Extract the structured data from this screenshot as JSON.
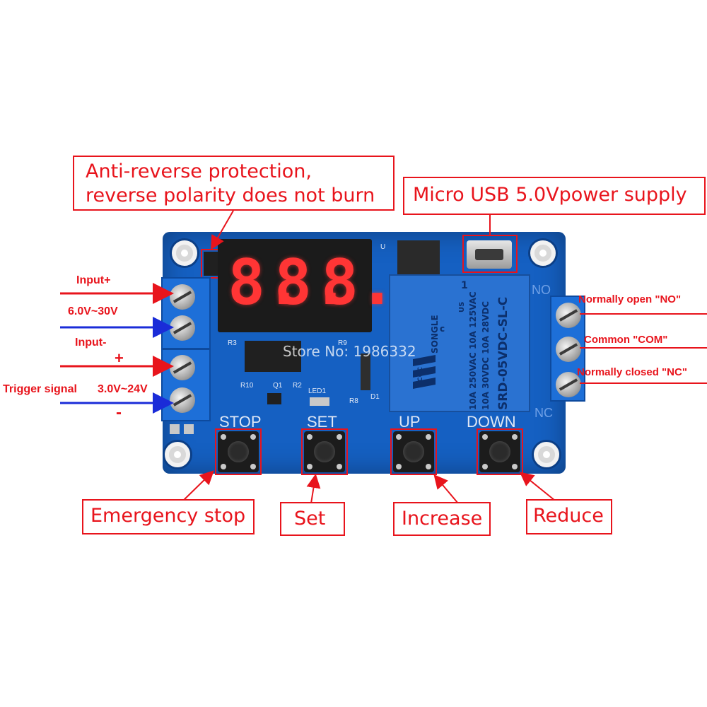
{
  "callouts": {
    "anti_reverse_line1": "Anti-reverse protection,",
    "anti_reverse_line2": "reverse polarity does not burn",
    "usb": "Micro USB 5.0Vpower supply",
    "emergency_stop": "Emergency stop",
    "set": "Set",
    "increase": "Increase",
    "reduce": "Reduce"
  },
  "left_labels": {
    "input_plus": "Input+",
    "voltage_range": "6.0V~30V",
    "input_minus": "Input-",
    "plus": "+",
    "trigger_signal": "Trigger signal",
    "trigger_range": "3.0V~24V",
    "minus": "-"
  },
  "right_labels": {
    "normally_open": "Normally open \"NO\"",
    "common": "Common \"COM\"",
    "normally_closed": "Normally closed \"NC\""
  },
  "board": {
    "digits": [
      "8.",
      "8.",
      "8."
    ],
    "buttons": [
      "STOP",
      "SET",
      "UP",
      "DOWN"
    ],
    "relay_brand": "SONGLE",
    "relay_model": "SRD-05VDC-SL-C",
    "relay_rating1": "10A 250VAC  10A 125VAC",
    "relay_rating2": "10A 30VDC   10A 28VDC",
    "relay_pin": "1",
    "relay_us": "US",
    "relay_c": "c",
    "relay_cqc": "CQC",
    "silk_r3": "R3",
    "silk_r9": "R9",
    "silk_r10": "R10",
    "silk_q1": "Q1",
    "silk_r2": "R2",
    "silk_led1": "LED1",
    "silk_r8": "R8",
    "silk_d1": "D1",
    "silk_u": "U",
    "silk_no": "NO",
    "silk_nc": "NC"
  },
  "watermark": "Store No: 1986332",
  "colors": {
    "annotation_red": "#e8141c",
    "arrow_blue": "#1a2cd8",
    "pcb_blue": "#1560c2"
  }
}
